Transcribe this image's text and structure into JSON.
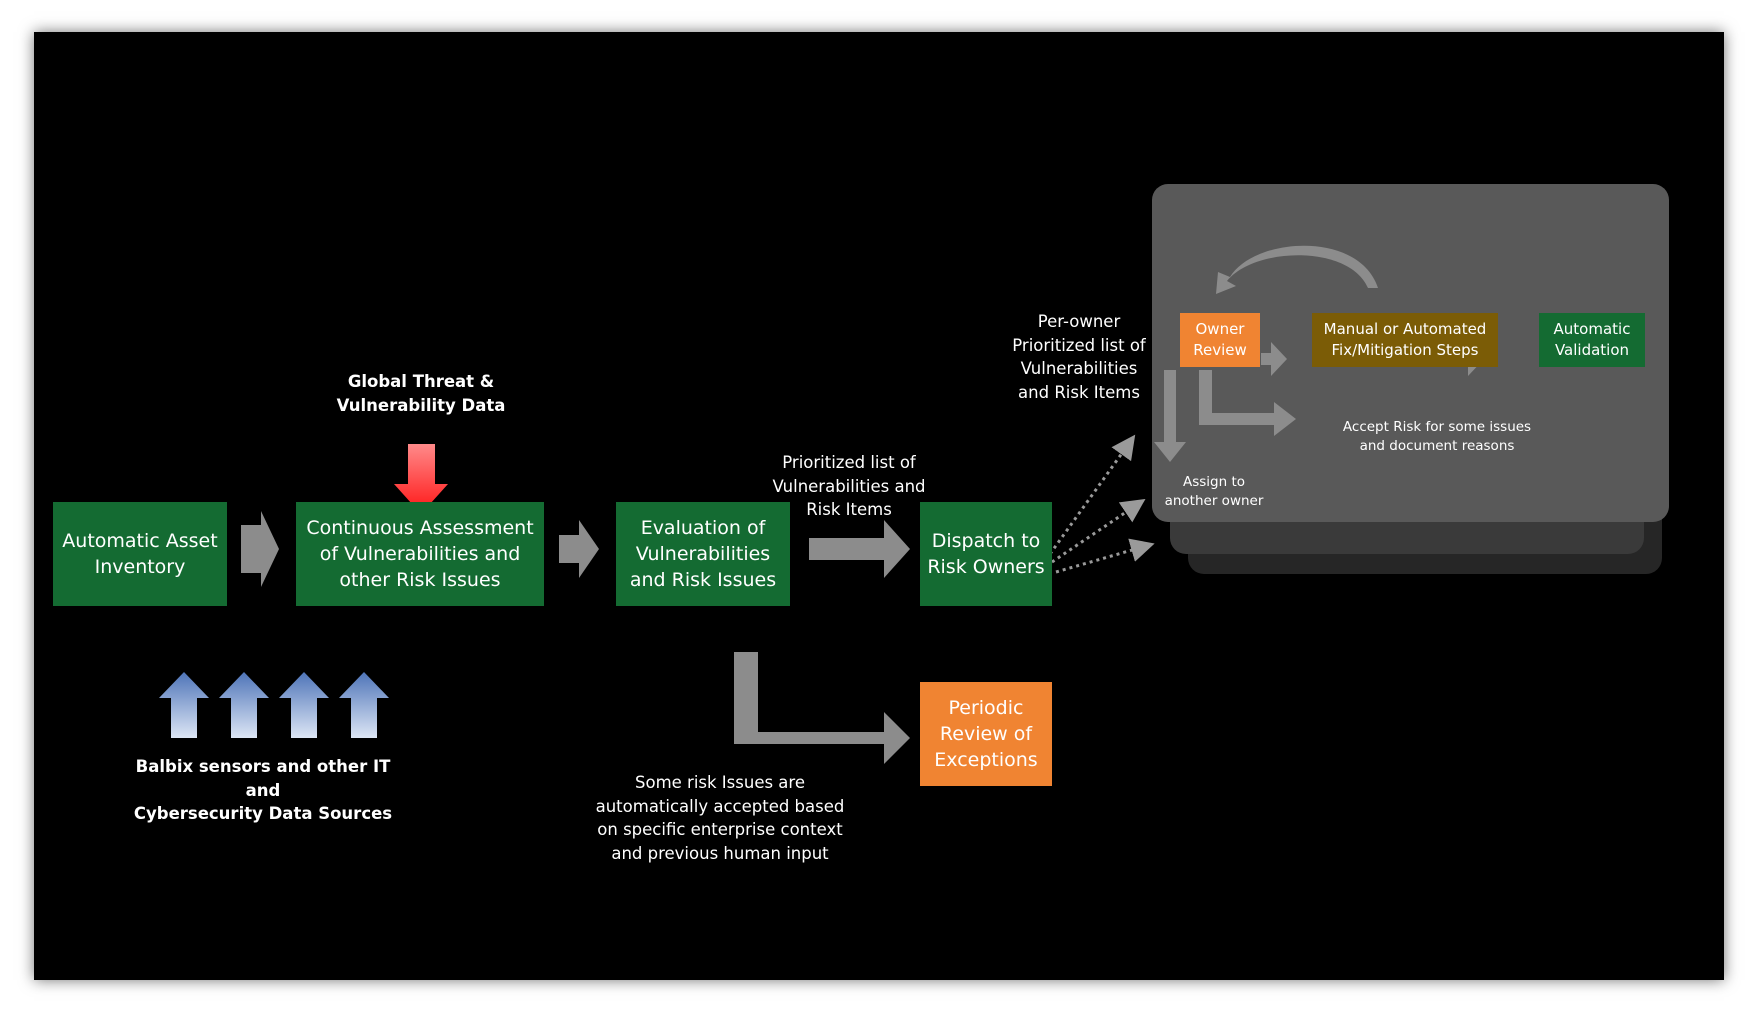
{
  "colors": {
    "background": "#000000",
    "green": "#146b32",
    "orange": "#f08432",
    "olive": "#7b5c06",
    "panel": "#595959",
    "arrow_gray": "#8c8c8c",
    "red_arrow": "#ff2a2a",
    "blue_arrow": "#6f8fc8"
  },
  "boxes": {
    "asset_inventory": "Automatic Asset\nInventory",
    "continuous_assessment": "Continuous  Assessment\nof Vulnerabilities and\nother Risk Issues",
    "evaluation": "Evaluation of\nVulnerabilities\nand Risk Issues",
    "dispatch": "Dispatch to\nRisk Owners",
    "periodic_review": "Periodic\nReview of\nExceptions",
    "owner_review": "Owner\nReview",
    "fix_steps": "Manual or Automated\nFix/Mitigation Steps",
    "validation": "Automatic\nValidation"
  },
  "labels": {
    "global_threat": "Global Threat &\nVulnerability Data",
    "sensors": "Balbix sensors and other IT and\nCybersecurity Data Sources",
    "prioritized_list": "Prioritized list of\nVulnerabilities and\nRisk Items",
    "per_owner_list": "Per-owner\nPrioritized list of\nVulnerabilities\nand Risk Items",
    "auto_accepted": "Some risk Issues are\nautomatically accepted based\non specific enterprise context\nand previous human input",
    "accept_risk": "Accept Risk for some issues\nand document reasons",
    "assign_owner": "Assign to\nanother owner"
  }
}
